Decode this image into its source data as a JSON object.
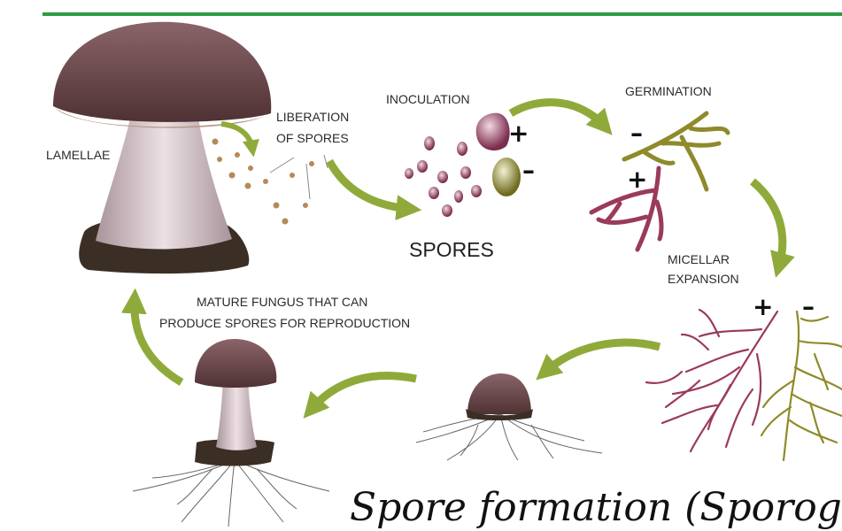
{
  "colors": {
    "topbar": "#2e9b45",
    "arrow": "#8faa3a",
    "cap": "#6e4a4c",
    "stem": "#cdb9c0",
    "base": "#3b2f25",
    "plus_strand": "#9b3a5b",
    "minus_strand": "#8f8a2a",
    "spore_dot": "#b68a56",
    "roots": "#666666"
  },
  "labels": {
    "lamellae": "LAMELLAE",
    "liberation_line1": "LIBERATION",
    "liberation_line2": "OF SPORES",
    "inoculation": "INOCULATION",
    "spores": "SPORES",
    "germination": "GERMINATION",
    "micellar_line1": "MICELLAR",
    "micellar_line2": "EXPANSION",
    "mature_line1": "MATURE FUNGUS THAT CAN",
    "mature_line2": "PRODUCE SPORES FOR REPRODUCTION",
    "plus": "+",
    "minus": "–"
  },
  "title": "Spore formation (Sporogen"
}
